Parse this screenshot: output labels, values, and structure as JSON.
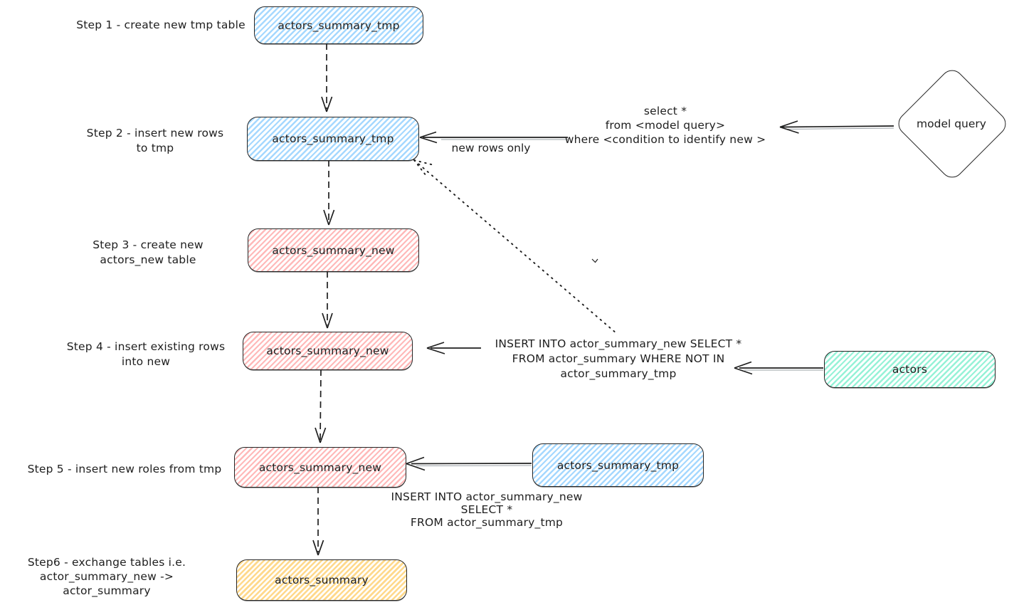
{
  "colors": {
    "stroke": "#1e1e1e",
    "blue_fill": "#a5d8ff",
    "pink_fill": "#ffb9b9",
    "teal_fill": "#96f2d7",
    "yellow_fill": "#ffd98c",
    "background": "#ffffff"
  },
  "steps": {
    "step1": {
      "label": "Step 1 - create new tmp table",
      "node": "actors_summary_tmp"
    },
    "step2": {
      "label": [
        "Step 2 - insert new rows",
        "to tmp"
      ],
      "node": "actors_summary_tmp",
      "edge_label": "new rows only",
      "query": [
        "select *",
        "from <model query>",
        "where <condition to identify new >"
      ],
      "source_node": "model query"
    },
    "step3": {
      "label": [
        "Step 3 - create new",
        "actors_new table"
      ],
      "node": "actors_summary_new"
    },
    "step4": {
      "label": [
        "Step 4 - insert existing rows",
        "into new"
      ],
      "node": "actors_summary_new",
      "query": [
        "INSERT INTO actor_summary_new SELECT *",
        "FROM actor_summary WHERE NOT IN",
        "actor_summary_tmp"
      ],
      "source_node": "actors"
    },
    "step5": {
      "label": "Step 5 - insert new roles from tmp",
      "node": "actors_summary_new",
      "source_node": "actors_summary_tmp",
      "query": [
        "INSERT INTO actor_summary_new",
        "SELECT *",
        "FROM actor_summary_tmp"
      ]
    },
    "step6": {
      "label": [
        "Step6 - exchange tables i.e.",
        "actor_summary_new -> actor_summary"
      ],
      "node": "actors_summary"
    }
  }
}
